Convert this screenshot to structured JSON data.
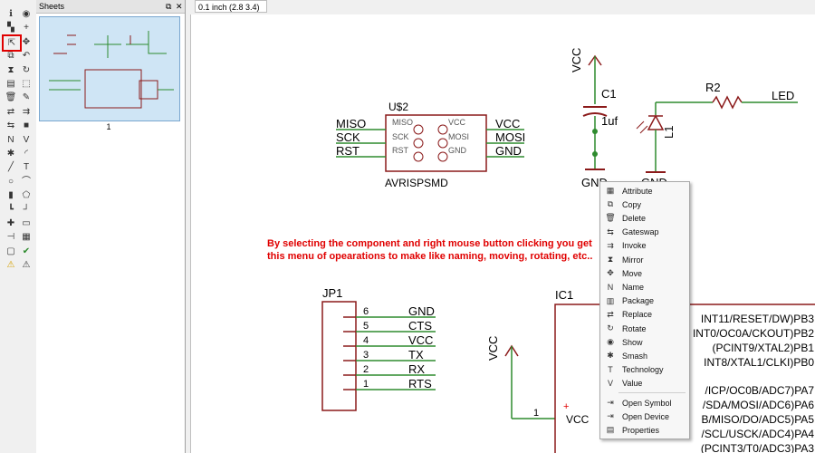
{
  "colors": {
    "wire": "#2e8b2e",
    "part": "#8b1a1a",
    "text": "#000000",
    "annotation": "#e00000",
    "select": "#e00000"
  },
  "toolbar": {
    "icons": [
      "info-icon",
      "eye-icon",
      "layers-icon",
      "cross-icon",
      "select-icon",
      "move-icon",
      "copy-icon",
      "undo-icon",
      "mirror-icon",
      "rotate-icon",
      "paste-icon",
      "group-icon",
      "delete-icon",
      "wrench-icon",
      "replace-icon",
      "invoke-icon",
      "swap-icon",
      "stop-icon",
      "name-icon",
      "value-icon",
      "smash-icon",
      "arc-icon",
      "line-icon",
      "text-icon",
      "circle-icon",
      "arc2-icon",
      "rect-icon",
      "polygon-icon",
      "bus-icon",
      "net-icon",
      "junction-icon",
      "label-icon",
      "pin-icon",
      "attribute-icon",
      "frame-icon",
      "erc-icon",
      "errors-icon",
      "warning-icon"
    ]
  },
  "sheets": {
    "title": "Sheets",
    "sheet_number": "1"
  },
  "coordinate_display": "0.1 inch (2.8 3.4)",
  "schematic": {
    "usb_part": {
      "name": "U$2",
      "value": "AVRISPSMD",
      "left_pins": [
        "MISO",
        "SCK",
        "RST"
      ],
      "right_pins": [
        "VCC",
        "MOSI",
        "GND"
      ],
      "inner_left": [
        "MISO",
        "SCK",
        "RST"
      ],
      "inner_right": [
        "VCC",
        "MOSI",
        "GND"
      ]
    },
    "cap": {
      "vcc": "VCC",
      "name": "C1",
      "value": "1uf",
      "gnd": "GND"
    },
    "resistor": {
      "name": "R2",
      "net": "LED"
    },
    "led": {
      "name": "L1",
      "gnd": "GND"
    },
    "header": {
      "name": "JP1",
      "pins": [
        "6",
        "5",
        "4",
        "3",
        "2",
        "1"
      ],
      "nets": [
        "GND",
        "CTS",
        "VCC",
        "TX",
        "RX",
        "RTS"
      ]
    },
    "ic": {
      "name": "IC1",
      "vcc": "VCC",
      "pin1": "1",
      "vcc_pin": "VCC",
      "signals": [
        "INT11/RESET/DW)PB3",
        "INT0/OC0A/CKOUT)PB2",
        "(PCINT9/XTAL2)PB1",
        "INT8/XTAL1/CLKI)PB0",
        "/ICP/OC0B/ADC7)PA7",
        "/SDA/MOSI/ADC6)PA6",
        "B/MISO/DO/ADC5)PA5",
        "/SCL/USCK/ADC4)PA4",
        "(PCINT3/T0/ADC3)PA3"
      ]
    }
  },
  "annotation": "By selecting the component and right mouse button clicking you get this menu of opearations to make like naming, moving, rotating, etc..",
  "context_menu": {
    "items": [
      {
        "label": "Attribute",
        "icon": "attribute-icon"
      },
      {
        "label": "Copy",
        "icon": "copy-icon"
      },
      {
        "label": "Delete",
        "icon": "trash-icon"
      },
      {
        "label": "Gateswap",
        "icon": "gateswap-icon"
      },
      {
        "label": "Invoke",
        "icon": "invoke-icon"
      },
      {
        "label": "Mirror",
        "icon": "mirror-icon"
      },
      {
        "label": "Move",
        "icon": "move-icon"
      },
      {
        "label": "Name",
        "icon": "name-icon"
      },
      {
        "label": "Package",
        "icon": "package-icon"
      },
      {
        "label": "Replace",
        "icon": "replace-icon"
      },
      {
        "label": "Rotate",
        "icon": "rotate-icon"
      },
      {
        "label": "Show",
        "icon": "eye-icon"
      },
      {
        "label": "Smash",
        "icon": "smash-icon"
      },
      {
        "label": "Technology",
        "icon": "technology-icon"
      },
      {
        "label": "Value",
        "icon": "value-icon"
      },
      {
        "label": "Open Symbol",
        "icon": "open-symbol-icon"
      },
      {
        "label": "Open Device",
        "icon": "open-device-icon"
      },
      {
        "label": "Properties",
        "icon": "properties-icon"
      }
    ]
  }
}
